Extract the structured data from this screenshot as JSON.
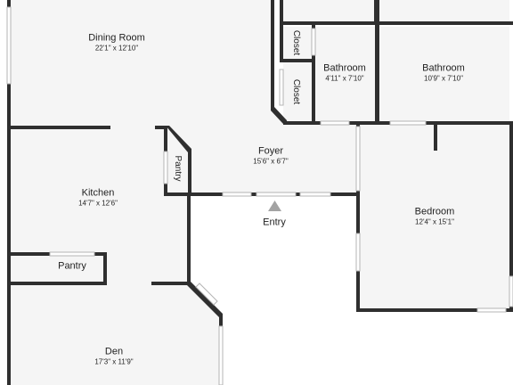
{
  "colors": {
    "wall": "#2f2f2f",
    "room": "#f5f5f5",
    "outside": "#ffffff",
    "window": "#b4b4b4",
    "entry_arrow": "#a3a3a3"
  },
  "rooms": {
    "dining": {
      "name": "Dining Room",
      "dims": "22'1\" x 12'10\""
    },
    "closet_upper": {
      "name": "Closet"
    },
    "closet_lower": {
      "name": "Closet"
    },
    "bathroom_left": {
      "name": "Bathroom",
      "dims": "4'11\" x 7'10\""
    },
    "bathroom_right": {
      "name": "Bathroom",
      "dims": "10'9\" x 7'10\""
    },
    "foyer": {
      "name": "Foyer",
      "dims": "15'6\" x 6'7\""
    },
    "pantry_corner": {
      "name": "Pantry"
    },
    "kitchen": {
      "name": "Kitchen",
      "dims": "14'7\" x 12'6\""
    },
    "bedroom": {
      "name": "Bedroom",
      "dims": "12'4\" x 15'1\""
    },
    "pantry": {
      "name": "Pantry"
    },
    "den": {
      "name": "Den",
      "dims": "17'3\" x 11'9\""
    }
  },
  "entry": {
    "label": "Entry",
    "icon": "triangle-up-icon"
  }
}
